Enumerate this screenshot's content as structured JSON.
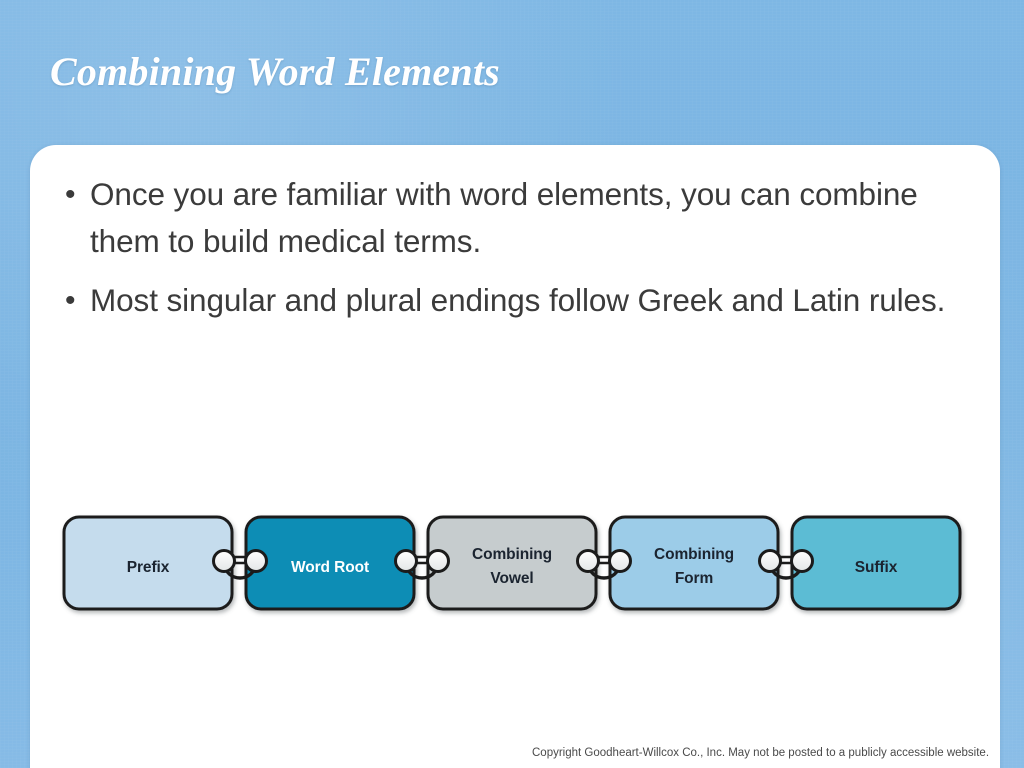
{
  "slide": {
    "title": "Combining Word Elements",
    "background_color": "#7ab5e3",
    "card_color": "#ffffff",
    "title_color": "#ffffff"
  },
  "body": {
    "bullet_marker": "•",
    "bullets": [
      "Once you are familiar with word elements, you can combine them to build medical terms.",
      "Most singular and plural endings follow Greek and Latin rules."
    ]
  },
  "diagram": {
    "name": "word-element-chain",
    "description": "Five linked rounded boxes joined by chain-link connectors",
    "nodes": [
      {
        "id": "prefix",
        "label": "Prefix",
        "fill": "#c5dced",
        "text_color": "#1b2430",
        "lines": [
          "Prefix"
        ]
      },
      {
        "id": "word-root",
        "label": "Word Root",
        "fill": "#0e8db5",
        "text_color": "#ffffff",
        "lines": [
          "Word Root"
        ]
      },
      {
        "id": "combining-vowel",
        "label": "Combining Vowel",
        "fill": "#c6ccce",
        "text_color": "#1b2430",
        "lines": [
          "Combining",
          "Vowel"
        ]
      },
      {
        "id": "combining-form",
        "label": "Combining Form",
        "fill": "#9ccce8",
        "text_color": "#1b2430",
        "lines": [
          "Combining",
          "Form"
        ]
      },
      {
        "id": "suffix",
        "label": "Suffix",
        "fill": "#5bbcd4",
        "text_color": "#1b2430",
        "lines": [
          "Suffix"
        ]
      }
    ],
    "connector_count": 4,
    "outline_color": "#1b1b1b"
  },
  "footer": {
    "copyright": "Copyright Goodheart-Willcox Co., Inc.  May not be posted to a publicly accessible website."
  }
}
